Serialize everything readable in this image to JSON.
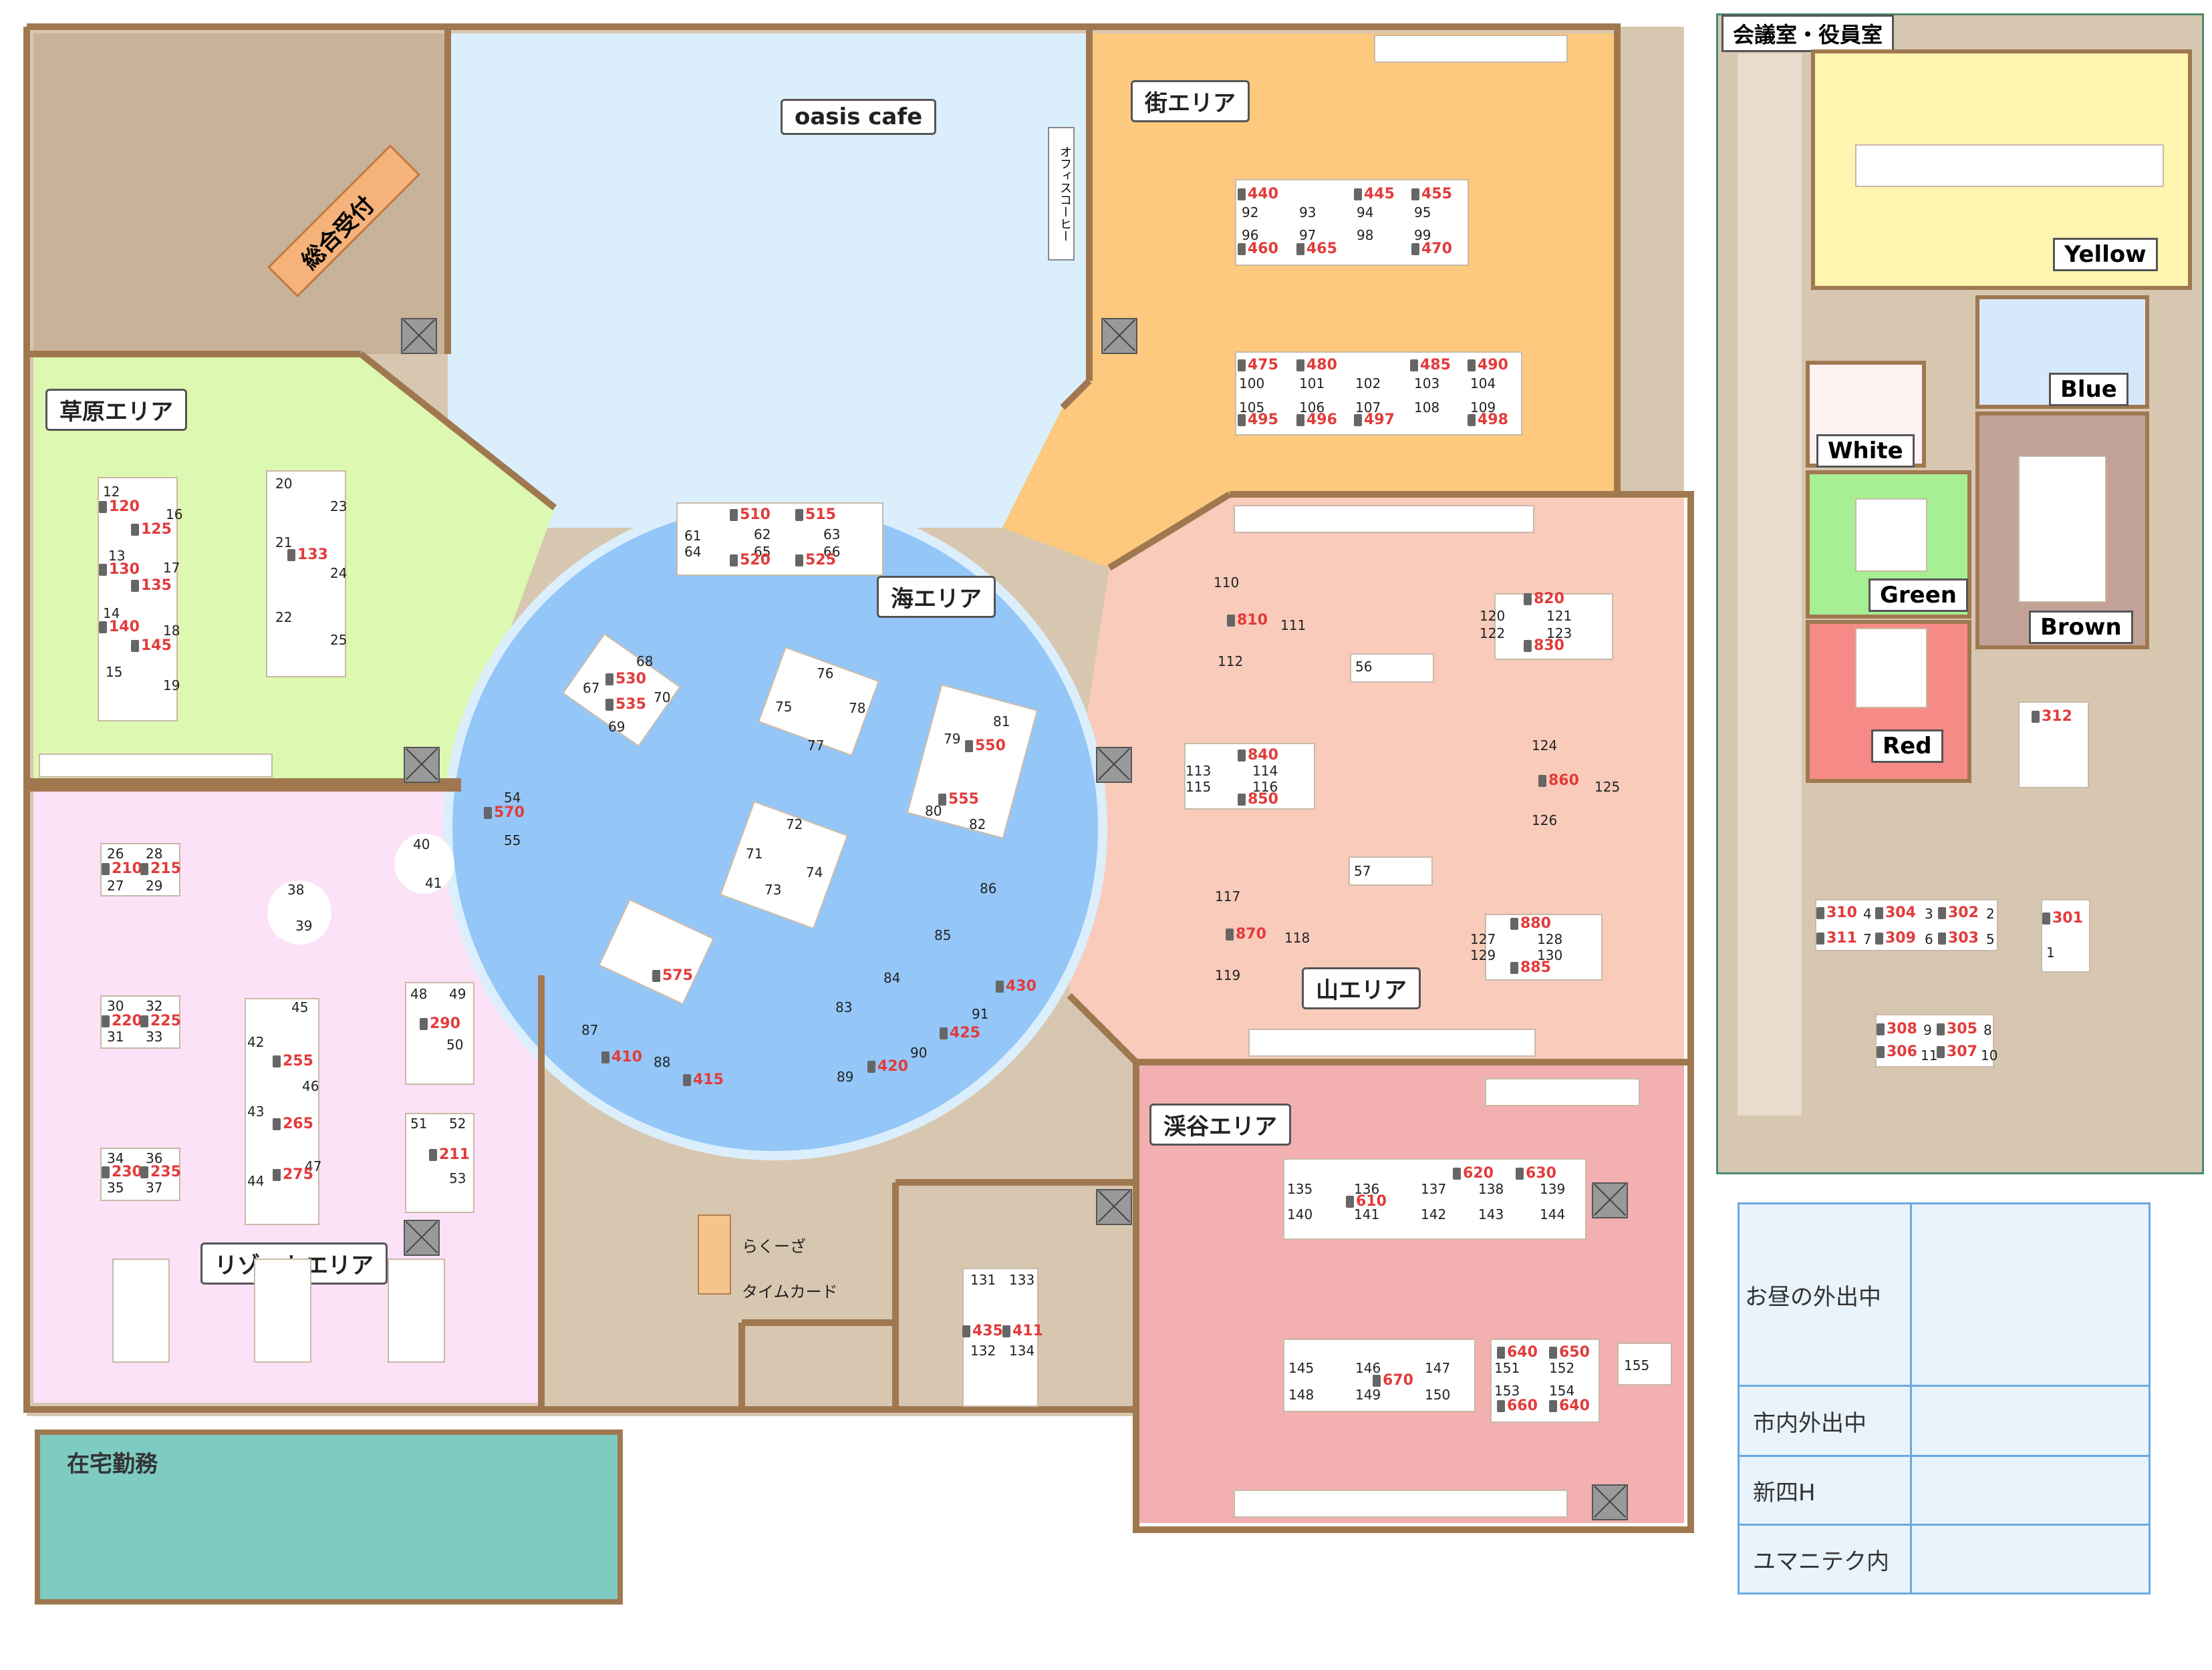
{
  "zones": {
    "reception": "総合受付",
    "cafe": "oasis cafe",
    "coffee": "オフィスコーヒー",
    "machi": "街エリア",
    "sougen": "草原エリア",
    "umi": "海エリア",
    "yama": "山エリア",
    "resort": "リゾートエリア",
    "keikoku": "渓谷エリア",
    "remote": "在宅勤務",
    "rakuza": "らくーざ",
    "timecard": "タイムカード"
  },
  "meeting": {
    "header": "会議室・役員室",
    "rooms": [
      "Yellow",
      "Blue",
      "White",
      "Green",
      "Brown",
      "Red"
    ]
  },
  "status_table": {
    "rows": [
      "お昼の外出中",
      "市内外出中",
      "新四H",
      "ユマニテク内"
    ]
  },
  "seats": {
    "machi": {
      "r1": [
        "440",
        "445",
        "455"
      ],
      "r1n": [
        "92",
        "93",
        "94",
        "95"
      ],
      "r2n": [
        "96",
        "97",
        "98",
        "99"
      ],
      "r2": [
        "460",
        "465",
        "470"
      ],
      "r3": [
        "475",
        "480",
        "485",
        "490"
      ],
      "r3n": [
        "100",
        "101",
        "102",
        "103",
        "104"
      ],
      "r4n": [
        "105",
        "106",
        "107",
        "108",
        "109"
      ],
      "r4": [
        "495",
        "496",
        "497",
        "498"
      ]
    },
    "sougen": {
      "n": [
        "12",
        "16",
        "13",
        "17",
        "14",
        "18",
        "15",
        "19",
        "20",
        "23",
        "21",
        "24",
        "22",
        "25"
      ],
      "r": [
        "120",
        "125",
        "130",
        "135",
        "140",
        "145",
        "133"
      ]
    },
    "umi": {
      "top": [
        "510",
        "515",
        "61",
        "62",
        "63",
        "64",
        "65",
        "66",
        "520",
        "525"
      ],
      "mid": [
        "67",
        "68",
        "530",
        "70",
        "535",
        "69",
        "76",
        "75",
        "78",
        "77",
        "79",
        "81",
        "550",
        "80",
        "555",
        "82"
      ],
      "low": [
        "54",
        "570",
        "55",
        "72",
        "71",
        "74",
        "73",
        "86",
        "85",
        "84",
        "83",
        "575",
        "430",
        "91",
        "425",
        "90",
        "89",
        "420",
        "87",
        "88",
        "410",
        "415"
      ]
    },
    "yama": {
      "n": [
        "110",
        "111",
        "112",
        "810",
        "120",
        "121",
        "122",
        "123",
        "820",
        "830",
        "56",
        "113",
        "114",
        "115",
        "116",
        "840",
        "850",
        "124",
        "125",
        "126",
        "860",
        "57",
        "117",
        "118",
        "119",
        "870",
        "127",
        "128",
        "129",
        "130",
        "880",
        "885"
      ]
    },
    "resort": {
      "n": [
        "26",
        "28",
        "27",
        "29",
        "210",
        "215",
        "40",
        "41",
        "38",
        "39",
        "30",
        "32",
        "31",
        "33",
        "220",
        "225",
        "45",
        "42",
        "46",
        "43",
        "44",
        "47",
        "255",
        "265",
        "275",
        "48",
        "49",
        "50",
        "290",
        "34",
        "36",
        "35",
        "37",
        "230",
        "235",
        "51",
        "52",
        "53",
        "211"
      ]
    },
    "keikoku": {
      "n": [
        "135",
        "136",
        "137",
        "138",
        "139",
        "140",
        "141",
        "142",
        "143",
        "144",
        "610",
        "620",
        "630",
        "145",
        "146",
        "147",
        "148",
        "149",
        "150",
        "151",
        "152",
        "153",
        "154",
        "155",
        "670",
        "640",
        "650",
        "660",
        "640"
      ]
    },
    "small": {
      "n": [
        "131",
        "133",
        "132",
        "134",
        "435",
        "411"
      ]
    },
    "exec": {
      "n": [
        "310",
        "4",
        "304",
        "3",
        "302",
        "2",
        "311",
        "7",
        "309",
        "6",
        "303",
        "5",
        "301",
        "1",
        "308",
        "9",
        "305",
        "8",
        "306",
        "11",
        "307",
        "10",
        "312"
      ]
    }
  },
  "colors": {
    "reception": "#c9b29a",
    "cafe": "#dbeefc",
    "machi": "#fcc97e",
    "sougen": "#ddf8b0",
    "umi": "#94c6f7",
    "yama": "#f8cbbb",
    "resort": "#fce2f6",
    "keikoku": "#f2b0b0",
    "floor": "#d8c7b0",
    "remote": "#7ecbc2",
    "yellow": "#fdf5b0",
    "blue": "#d6e9fb",
    "white": "#fdf2f2",
    "green": "#a7ef93",
    "brown": "#c3a297",
    "red": "#f68a86"
  }
}
